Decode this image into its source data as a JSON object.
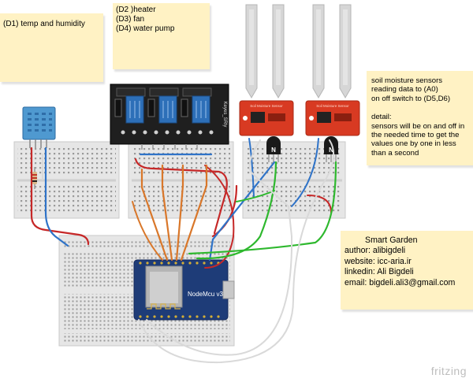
{
  "notes": {
    "dht": "(D1) temp and humidity",
    "relay": "(D2 )heater\n(D3) fan\n(D4) water pump",
    "soil": {
      "intro": "soil moisture sensors\nreading data to (A0)\non off switch to (D5,D6)",
      "detail_label": "detail:",
      "detail": "sensors will be on and off in\nthe needed time to get the\nvalues one by one in less\nthan a second"
    },
    "credits": {
      "title": "Smart Garden",
      "author": "author: alibigdeli",
      "website": "website: icc-aria.ir",
      "linkedin": "linkedin: Ali Bigdeli",
      "email": "email: bigdeli.ali3@gmail.com"
    }
  },
  "components": {
    "nodemcu_label": "NodeMcu v3",
    "relay_label": "Keyes_SRly",
    "soil_label": "Soil Moisture Sensor"
  },
  "watermark": "fritzing",
  "colors": {
    "breadboard": "#e6e6e6",
    "note": "#fff2c4",
    "nodemcu_board": "#1e3c78",
    "relay_module": "#1f1f1f",
    "relay_coil": "#2d6fb8",
    "soil_sensor_pcb": "#d83a22",
    "probe": "#cfcfcf",
    "dht_sensor": "#4f99d0",
    "wire_red": "#c62828",
    "wire_blue": "#2f73c8",
    "wire_green": "#2eb82e",
    "wire_orange": "#d9772a",
    "wire_white": "#e3e3e3"
  }
}
